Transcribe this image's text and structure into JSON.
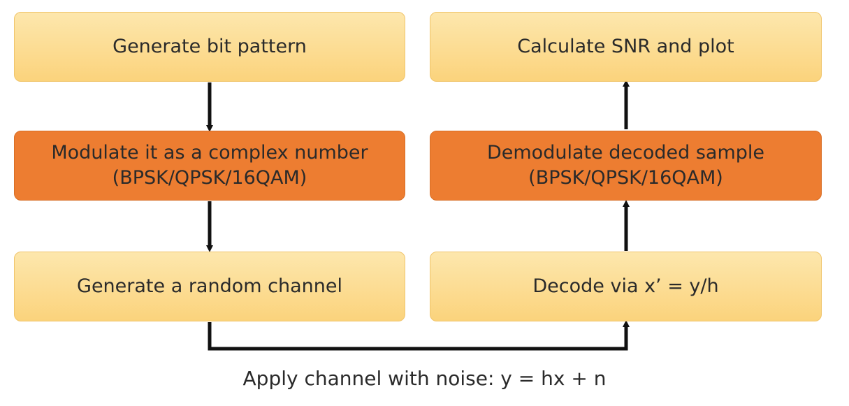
{
  "nodes": {
    "generate_bits": {
      "lines": [
        "Generate bit pattern"
      ]
    },
    "modulate": {
      "lines": [
        "Modulate it as a complex number",
        "(BPSK/QPSK/16QAM)"
      ]
    },
    "random_channel": {
      "lines": [
        "Generate a random channel"
      ]
    },
    "calculate_snr": {
      "lines": [
        "Calculate SNR and plot"
      ]
    },
    "demodulate": {
      "lines": [
        "Demodulate decoded sample",
        "(BPSK/QPSK/16QAM)"
      ]
    },
    "decode": {
      "lines": [
        "Decode via x’ = y/h"
      ]
    }
  },
  "edge_label": "Apply channel with noise: y = hx + n",
  "colors": {
    "light_box": "#fbd37c",
    "dark_box": "#ed7d31",
    "arrow": "#111111",
    "text": "#2a2a2a"
  }
}
